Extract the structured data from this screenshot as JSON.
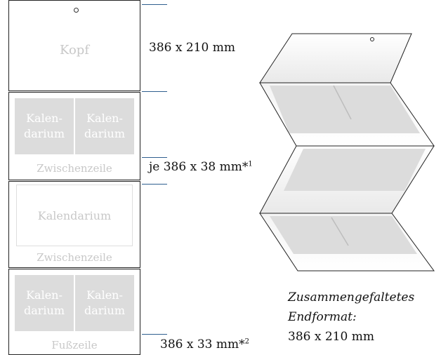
{
  "panels": {
    "head_label": "Kopf",
    "cal_split_left": "Kalen-\ndarium",
    "cal_split_right": "Kalen-\ndarium",
    "cal_single": "Kalendarium",
    "interline_1": "Zwischenzeile",
    "interline_2": "Zwischenzeile",
    "footer": "Fußzeile"
  },
  "dimensions": {
    "head": "386 x 210 mm",
    "per_section": "je 386 x 38 mm*",
    "per_section_sup": "1",
    "footer": "386 x 33 mm*",
    "footer_sup": "2"
  },
  "caption": {
    "line1": "Zusammengefaltetes",
    "line2": "Endformat:",
    "line3": "386 x 210 mm"
  },
  "colors": {
    "accent": "#2f5f8f",
    "shade": "#dcdcdc"
  }
}
